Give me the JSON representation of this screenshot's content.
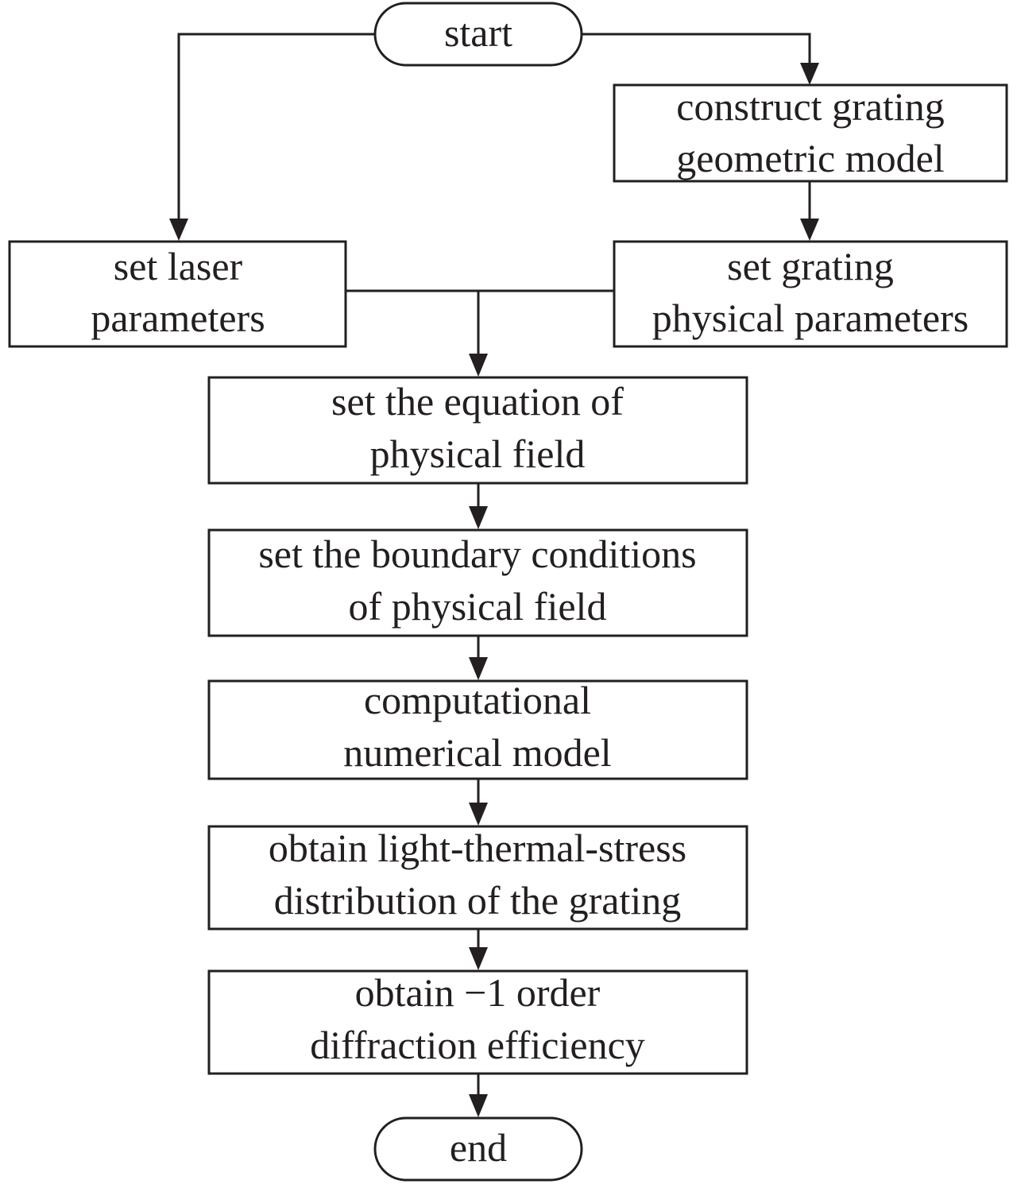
{
  "diagram": {
    "type": "flowchart",
    "nodes": {
      "start": {
        "label": "start",
        "shape": "terminal"
      },
      "construct_model": {
        "lines": [
          "construct grating",
          "geometric model"
        ],
        "shape": "process"
      },
      "set_laser": {
        "lines": [
          "set laser",
          "parameters"
        ],
        "shape": "process"
      },
      "set_grating_phys": {
        "lines": [
          "set grating",
          "physical parameters"
        ],
        "shape": "process"
      },
      "set_equation": {
        "lines": [
          "set the equation of",
          "physical field"
        ],
        "shape": "process"
      },
      "set_boundary": {
        "lines": [
          "set the boundary conditions",
          "of physical field"
        ],
        "shape": "process"
      },
      "compute": {
        "lines": [
          "computational",
          "numerical model"
        ],
        "shape": "process"
      },
      "obtain_distribution": {
        "lines": [
          "obtain light-thermal-stress",
          "distribution of the grating"
        ],
        "shape": "process"
      },
      "obtain_efficiency": {
        "lines": [
          "obtain −1 order",
          "diffraction efficiency"
        ],
        "shape": "process"
      },
      "end": {
        "label": "end",
        "shape": "terminal"
      }
    },
    "edges": [
      {
        "from": "start",
        "to": "set_laser"
      },
      {
        "from": "start",
        "to": "construct_model"
      },
      {
        "from": "construct_model",
        "to": "set_grating_phys"
      },
      {
        "from": "set_laser",
        "to": "set_equation"
      },
      {
        "from": "set_grating_phys",
        "to": "set_equation"
      },
      {
        "from": "set_equation",
        "to": "set_boundary"
      },
      {
        "from": "set_boundary",
        "to": "compute"
      },
      {
        "from": "compute",
        "to": "obtain_distribution"
      },
      {
        "from": "obtain_distribution",
        "to": "obtain_efficiency"
      },
      {
        "from": "obtain_efficiency",
        "to": "end"
      }
    ]
  }
}
